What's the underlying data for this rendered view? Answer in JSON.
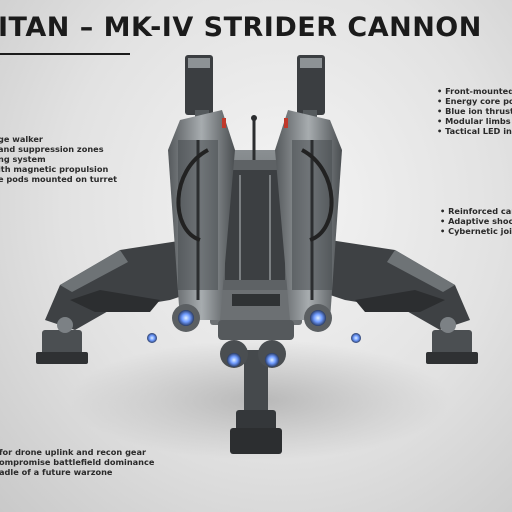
{
  "title": "ITAN – MK-IV STRIDER CANNON",
  "notes_left_top": [
    "ge walker",
    "and suppression zones",
    "ng system",
    "ith magnetic propulsion",
    "e pods mounted on turret"
  ],
  "notes_right_top": [
    "• Front-mounted a",
    "• Energy core pow",
    "• Blue ion thruste",
    "• Modular limbs w",
    "• Tactical LED indi"
  ],
  "notes_right_mid": [
    "• Reinforced carb",
    "• Adaptive shock-",
    "• Cybernetic joint"
  ],
  "notes_left_bottom": [
    "for drone uplink and recon gear",
    "ompromise battlefield dominance",
    "adle of a future warzone"
  ],
  "colors": {
    "background": "#e4e4e4",
    "hull_dark": "#3a3d40",
    "hull_light": "#9ea3a6",
    "ion_glow": "#6f9bff",
    "accent_red": "#c0392b"
  }
}
